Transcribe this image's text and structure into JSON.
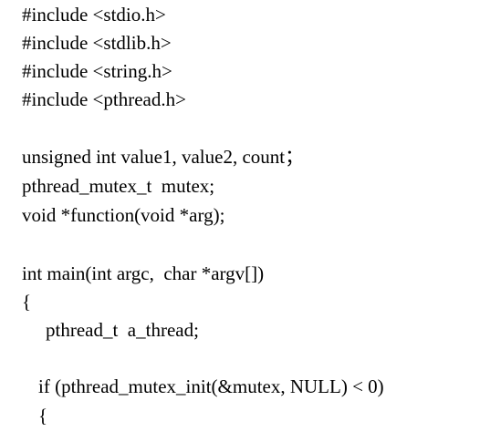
{
  "code_lines": [
    "#include <stdio.h>",
    "#include <stdlib.h>",
    "#include <string.h>",
    "#include <pthread.h>",
    "unsigned int value1, value2, count；",
    "pthread_mutex_t  mutex;",
    "void *function(void *arg);",
    "int main(int argc,  char *argv[])",
    "{",
    "pthread_t  a_thread;",
    "if (pthread_mutex_init(&mutex, NULL) < 0)",
    "{"
  ]
}
